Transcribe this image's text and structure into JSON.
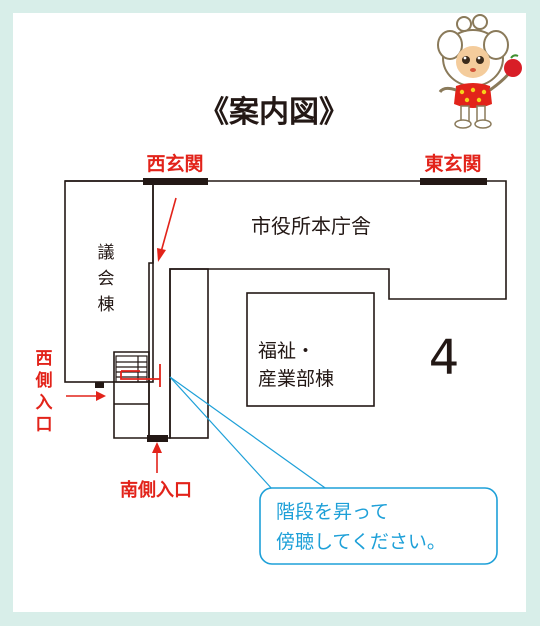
{
  "title": "《案内図》",
  "labels": {
    "west_entrance_main": "西玄関",
    "east_entrance_main": "東玄関",
    "main_building": "市役所本庁舎",
    "assembly_line1": "議",
    "assembly_line2": "会",
    "assembly_line3": "棟",
    "welfare_line1": "福祉・",
    "welfare_line2": "産業部棟",
    "west_side_line1": "西",
    "west_side_line2": "側",
    "west_side_line3": "入",
    "west_side_line4": "口",
    "south_entrance": "南側入口",
    "callout_line1": "階段を昇って",
    "callout_line2": "傍聴してください。",
    "north_symbol": "4"
  },
  "colors": {
    "frame": "#d8eee9",
    "entrance_label": "#e2231a",
    "building_line": "#231815",
    "callout": "#1ea0d8",
    "callout_text": "#1ea0d8"
  },
  "icons": [
    "mascot-character",
    "north-arrow",
    "stairs-icon"
  ]
}
